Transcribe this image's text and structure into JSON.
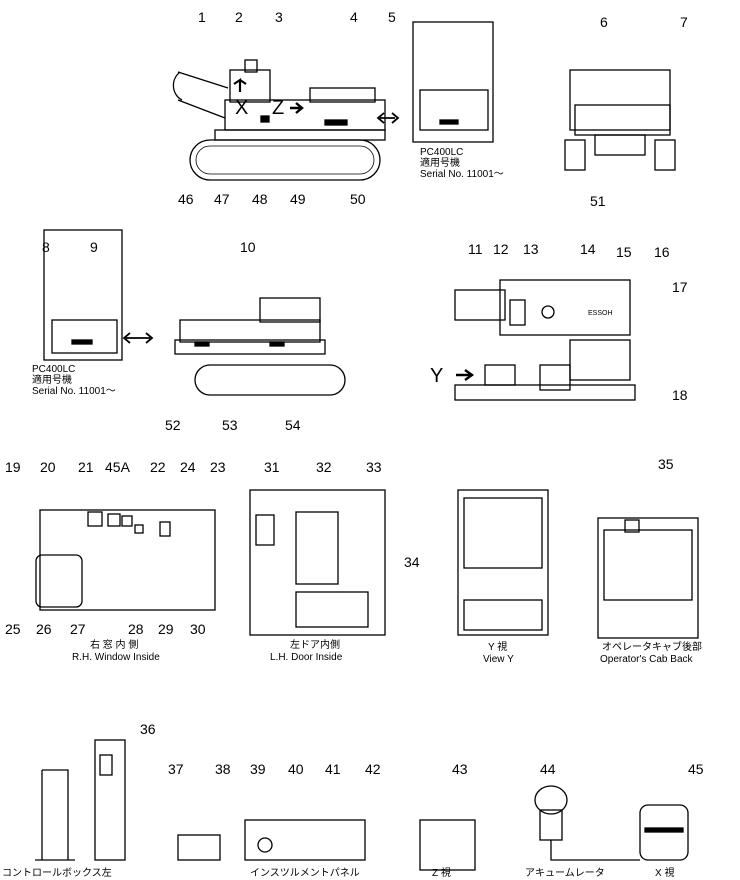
{
  "callouts": [
    "1",
    "2",
    "3",
    "4",
    "5",
    "6",
    "7",
    "46",
    "47",
    "48",
    "49",
    "50",
    "51",
    "8",
    "9",
    "10",
    "52",
    "53",
    "54",
    "11",
    "12",
    "13",
    "14",
    "15",
    "16",
    "17",
    "18",
    "19",
    "20",
    "21",
    "45A",
    "22",
    "24",
    "23",
    "25",
    "26",
    "27",
    "28",
    "29",
    "30",
    "31",
    "32",
    "33",
    "34",
    "35",
    "36",
    "37",
    "38",
    "39",
    "40",
    "41",
    "42",
    "43",
    "44",
    "45"
  ],
  "view_letters": {
    "x": "X",
    "z": "Z",
    "y": "Y"
  },
  "cab_mark": "ESSOH",
  "captions": {
    "serial_model_top": "PC400LC",
    "serial_jp_top": "適用号機",
    "serial_en_top": "Serial No. 11001～",
    "serial_model_left": "PC400LC",
    "serial_jp_left": "適用号機",
    "serial_en_left": "Serial No. 11001～",
    "rh_window_jp": "右 窓 内 側",
    "rh_window_en": "R.H. Window Inside",
    "lh_door_jp": "左ドア内側",
    "lh_door_en": "L.H. Door Inside",
    "view_y_jp": "Y 視",
    "view_y_en": "View Y",
    "cab_back_jp": "オペレータキャブ後部",
    "cab_back_en": "Operator's Cab Back",
    "control_box_jp": "コントロールボックス左",
    "instrument_panel_jp": "インスツルメントパネル",
    "view_z_jp": "Z 視",
    "accumulator_jp": "アキュームレータ",
    "view_x_jp": "X 視"
  }
}
